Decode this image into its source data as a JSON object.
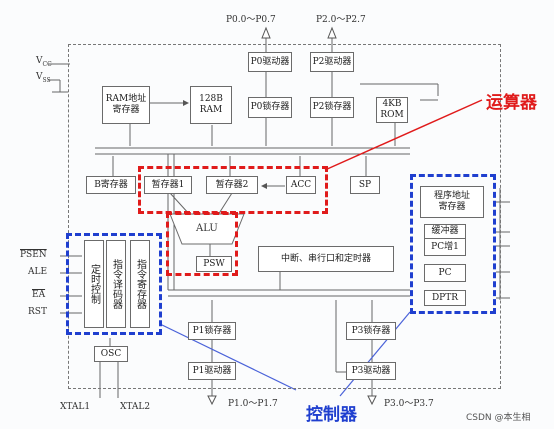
{
  "ports": {
    "p0_range": "P0.0～P0.7",
    "p2_range": "P2.0～P2.7",
    "p1_range": "P1.0～P1.7",
    "p3_range": "P3.0～P3.7"
  },
  "power": {
    "vcc": "V",
    "vcc_sub": "CC",
    "vss": "V",
    "vss_sub": "SS"
  },
  "blocks": {
    "ram_addr": "RAM地址\n寄存器",
    "ram": "128B\nRAM",
    "p0_driver": "P0驱动器",
    "p2_driver": "P2驱动器",
    "p0_latch": "P0锁存器",
    "p2_latch": "P2锁存器",
    "rom": "4KB\nROM",
    "b_reg": "B寄存器",
    "tmp1": "暂存器1",
    "tmp2": "暂存器2",
    "acc": "ACC",
    "sp": "SP",
    "alu": "ALU",
    "psw": "PSW",
    "interrupt": "中断、串行口和定时器",
    "prog_addr": "程序地址\n寄存器",
    "buffer": "缓冲器",
    "pc_inc": "PC增1",
    "pc": "PC",
    "dptr": "DPTR",
    "timing_ctrl": "定时控制",
    "decoder": "指令译码器",
    "ir": "指令寄存器",
    "p1_latch": "P1锁存器",
    "p1_driver": "P1驱动器",
    "p3_latch": "P3锁存器",
    "p3_driver": "P3驱动器",
    "osc": "OSC"
  },
  "pins": {
    "psen": "PSEN",
    "ale": "ALE",
    "ea": "EA",
    "rst": "RST",
    "xtal1": "XTAL1",
    "xtal2": "XTAL2"
  },
  "annotations": {
    "alu_group": "运算器",
    "control_group": "控制器",
    "watermark": "CSDN @本生相"
  },
  "colors": {
    "alu_group": "#e01b1b",
    "control_group": "#1f3fcf"
  }
}
